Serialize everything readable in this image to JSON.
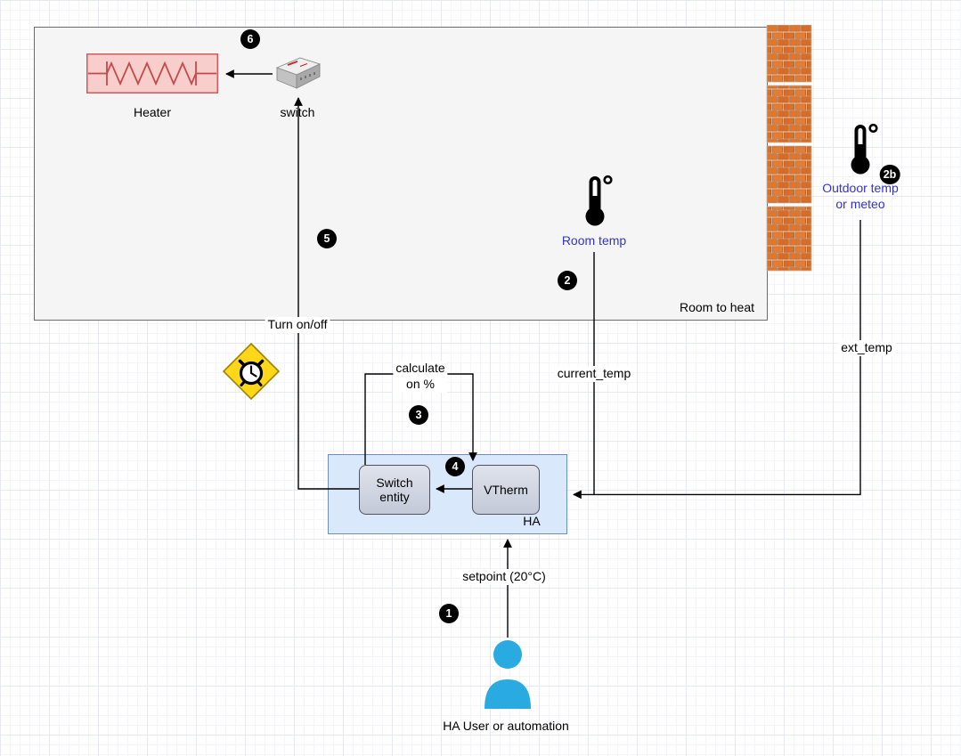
{
  "diagram": {
    "room": {
      "label": "Room to heat"
    },
    "heater": {
      "label": "Heater"
    },
    "switch_device": {
      "label": "switch"
    },
    "room_sensor": {
      "label": "Room temp"
    },
    "outdoor_sensor": {
      "label": "Outdoor temp\nor meteo"
    },
    "ha_container": {
      "label": "HA"
    },
    "switch_entity": {
      "label": "Switch entity"
    },
    "vtherm": {
      "label": "VTherm"
    },
    "user": {
      "label": "HA User or automation"
    },
    "edges": {
      "turn_on_off": {
        "label": "Turn on/off"
      },
      "calculate": {
        "label": "calculate\non %"
      },
      "current_temp": {
        "label": "current_temp"
      },
      "ext_temp": {
        "label": "ext_temp"
      },
      "setpoint": {
        "label": "setpoint (20°C)"
      }
    },
    "badges": {
      "step1": "1",
      "step2": "2",
      "step2b": "2b",
      "step3": "3",
      "step4": "4",
      "step5": "5",
      "step6": "6"
    },
    "colors": {
      "room_fill": "#f5f5f5",
      "room_border": "#6b6b6b",
      "heater_fill": "#f8cecc",
      "heater_stroke": "#cf5b5b",
      "ha_fill": "#dae8fc",
      "ha_border": "#6c8ebf",
      "entity_fill": "#c9cfdd",
      "entity_border": "#50525f",
      "sensor_label_blue": "#3333cc",
      "user_blue": "#29abe2",
      "badge_bg": "#000000",
      "badge_text": "#ffffff",
      "brick_orange": "#e0762e",
      "alarm_yellow": "#ffd61a",
      "connector": "#000000"
    }
  }
}
